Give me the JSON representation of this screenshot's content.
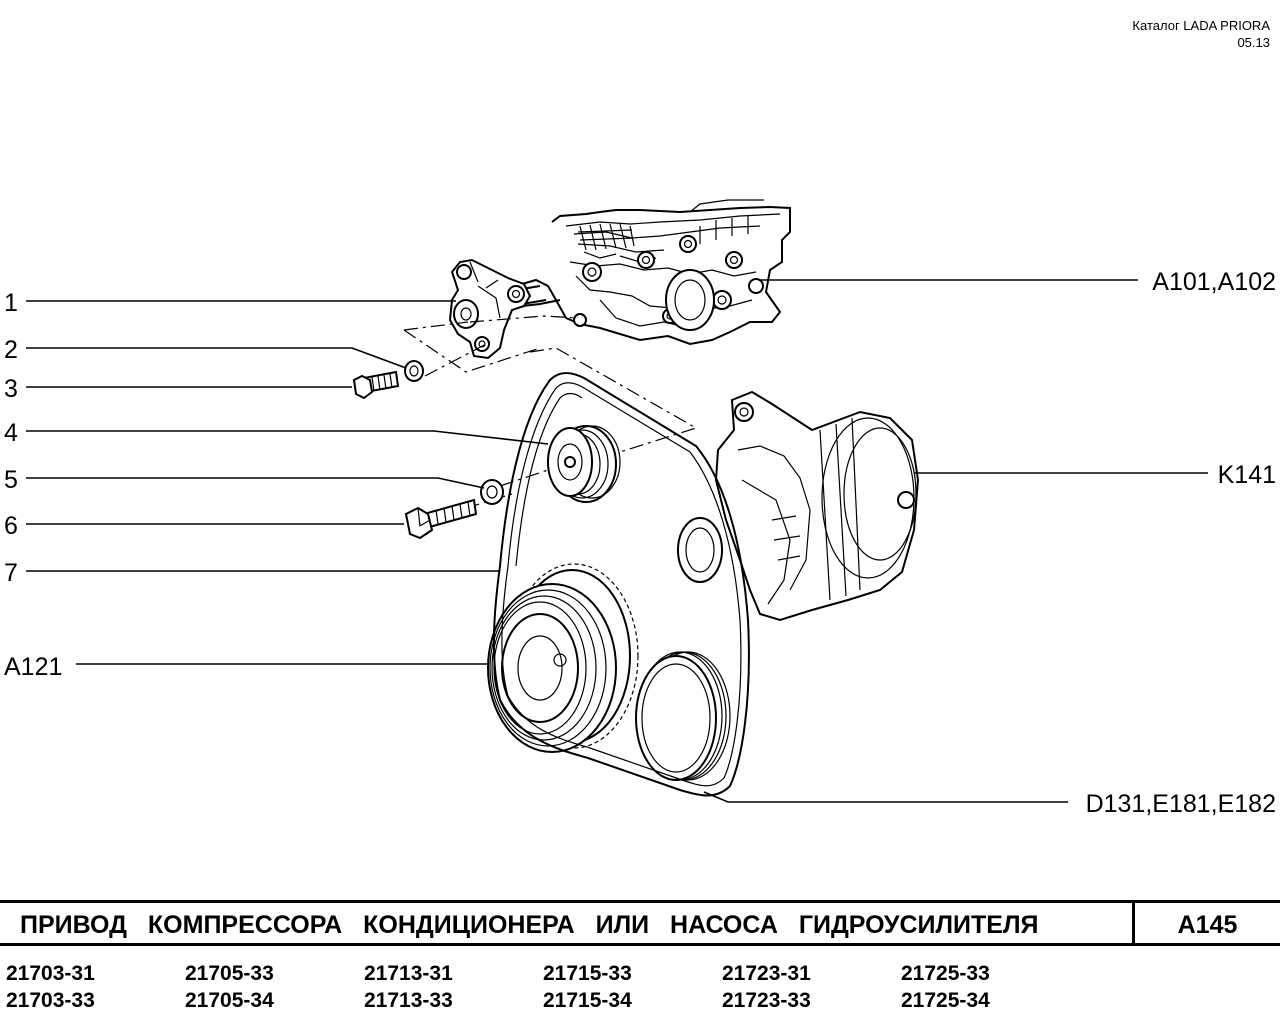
{
  "header": {
    "catalog": "Каталог  LADA  PRIORA",
    "date": "05.13"
  },
  "callouts": {
    "c1": "1",
    "c2": "2",
    "c3": "3",
    "c4": "4",
    "c5": "5",
    "c6": "6",
    "c7": "7",
    "a121": "A121",
    "a101": "A101,A102",
    "k141": "K141",
    "d131": "D131,E181,E182"
  },
  "title": "ПРИВОД КОМПРЕССОРА КОНДИЦИОНЕРА ИЛИ НАСОСА ГИДРОУСИЛИТЕЛЯ",
  "code": "A145",
  "models": [
    [
      "21703-31",
      "21705-33",
      "21713-31",
      "21715-33",
      "21723-31",
      "21725-33"
    ],
    [
      "21703-33",
      "21705-34",
      "21713-33",
      "21715-34",
      "21723-33",
      "21725-34"
    ]
  ]
}
